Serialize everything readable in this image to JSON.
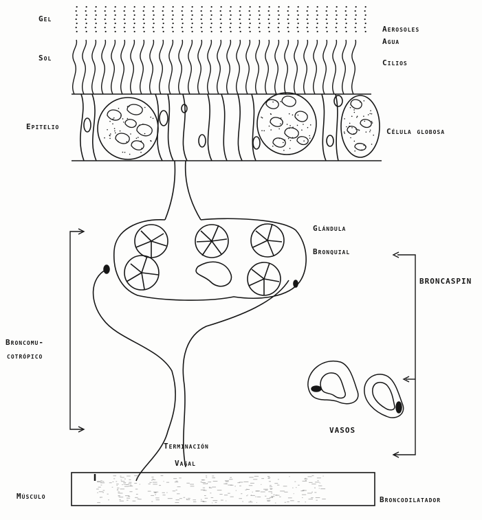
{
  "labels": {
    "gel": "Gel",
    "sol": "Sol",
    "epitelio": "Epitelio",
    "aerosoles": "Aerosoles",
    "agua": "Agua",
    "cilios": "Cilios",
    "celula_globosa": "Célula globosa",
    "glandula_1": "Glándula",
    "glandula_2": "Bronquial",
    "broncaspin": "BRONCASPIN",
    "broncomu_1": "Broncomu-",
    "broncomu_2": "cotrópico",
    "vasos": "VASOS",
    "terminacion_1": "Terminación",
    "terminacion_2": "Vagal",
    "musculo": "Músculo",
    "broncodilatador": "Broncodilatador"
  },
  "colors": {
    "ink": "#161616",
    "paper": "#fdfdfc"
  }
}
